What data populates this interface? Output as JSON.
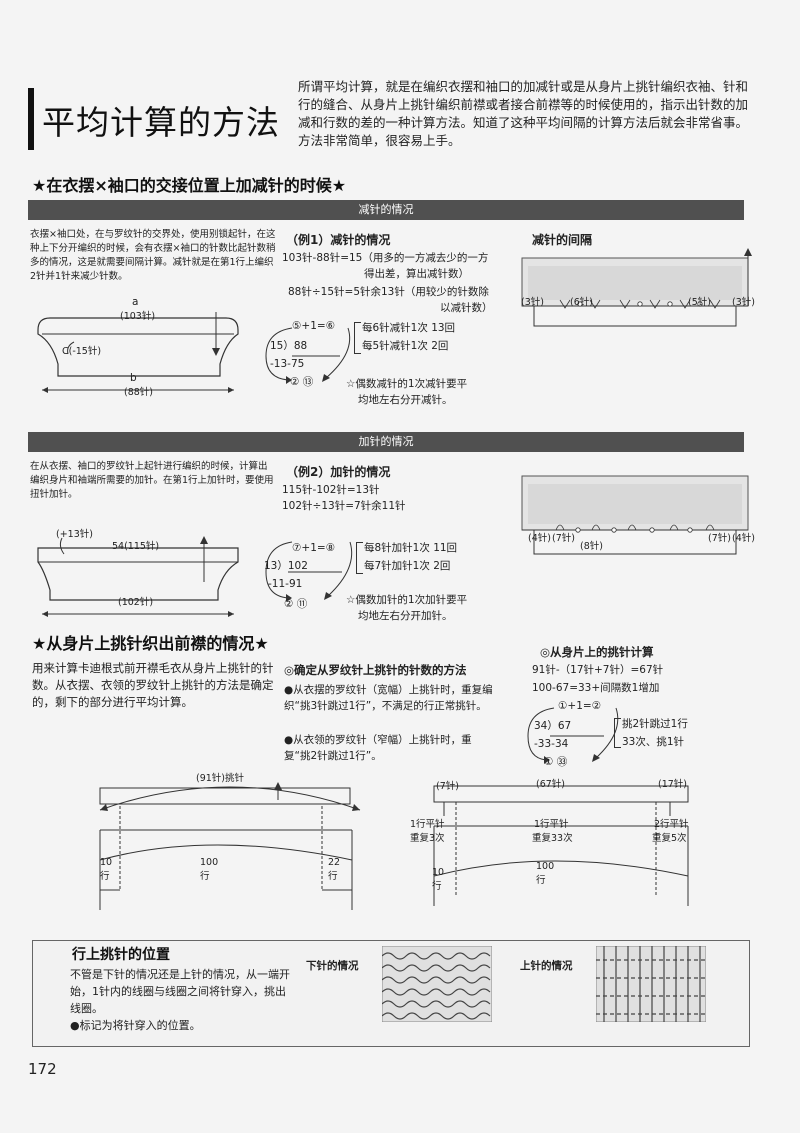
{
  "title": "平均计算的方法",
  "intro": "所谓平均计算，就是在编织衣摆和袖口的加减针或是从身片上挑针编织衣袖、针和行的缝合、从身片上挑针编织前襟或者接合前襟等的时候使用的，指示出针数的加减和行数的差的一种计算方法。知道了这种平均间隔的计算方法后就会非常省事。方法非常简单，很容易上手。",
  "section1": {
    "heading": "★在衣摆×袖口的交接位置上加减针的时候★",
    "decrease": {
      "bar": "减针的情况",
      "desc": "衣摆×袖口处，在与罗纹针的交界处，使用别锁起针，在这种上下分开编织的时候，会有衣摆×袖口的针数比起针数稍多的情况，这是就需要间隔计算。减针就是在第1行上编织2针并1针来减少针数。",
      "lbl_a": "a",
      "lbl_103": "(103针)",
      "lbl_c": "C(-15针)",
      "lbl_b": "b",
      "lbl_88": "(88针)",
      "ex_title": "（例1）减针的情况",
      "ex_l1": "103针-88针=15（用多的一方减去少的一方",
      "ex_l1b": "得出差，算出减针数）",
      "ex_l2": "88针÷15针=5针余13针（用较少的针数除",
      "ex_l2b": "以减针数）",
      "calc_top": "⑤+1=⑥",
      "calc_div": "15）88",
      "calc_sub": "-13-75",
      "calc_res": "②  ⑬",
      "note1": "每6针减针1次  13回",
      "note2": "每5针减针1次  2回",
      "star_note": "☆偶数减针的1次减针要平",
      "star_note2": "均地左右分开减针。",
      "interval_title": "减针的间隔",
      "lbl_3l": "(3针)",
      "lbl_6l": "(6针)",
      "lbl_5r": "(5针)",
      "lbl_3r": "(3针)"
    },
    "increase": {
      "bar": "加针的情况",
      "desc": "在从衣摆、袖口的罗纹针上起针进行编织的时候，计算出编织身片和袖端所需要的加针。在第1行上加针时，要使用扭针加针。",
      "lbl_13": "(+13针)",
      "lbl_54": "54(115针)",
      "lbl_102": "(102针)",
      "ex_title": "（例2）加针的情况",
      "ex_l1": "115针-102针=13针",
      "ex_l2": "102针÷13针=7针余11针",
      "calc_top": "⑦+1=⑧",
      "calc_div": "13）102",
      "calc_sub": "-11-91",
      "calc_res": "②  ⑪",
      "note1": "每8针加针1次  11回",
      "note2": "每7针加针1次  2回",
      "star_note": "☆偶数加针的1次加针要平",
      "star_note2": "均地左右分开加针。",
      "lbl_4l": "(4针)",
      "lbl_7l": "(7针)",
      "lbl_8": "(8针)",
      "lbl_7r": "(7针)",
      "lbl_4r": "(4针)"
    }
  },
  "section2": {
    "heading": "★从身片上挑针织出前襟的情况★",
    "desc": "用来计算卡迪根式前开襟毛衣从身片上挑针的针数。从衣摆、衣领的罗纹针上挑针的方法是确定的，剩下的部分进行平均计算。",
    "method_title": "◎确定从罗纹针上挑针的针数的方法",
    "m1": "●从衣摆的罗纹针（宽幅）上挑针时，重复编织“挑3针跳过1行”，不满足的行正常挑针。",
    "m2": "●从衣领的罗纹针（窄幅）上挑针时，重复“挑2针跳过1行”。",
    "calc_title": "◎从身片上的挑针计算",
    "c1": "91针-（17针+7针）=67针",
    "c2": "100-67=33+间隔数1增加",
    "calc_top": "①+1=②",
    "calc_div": "34）67",
    "calc_sub": "-33-34",
    "calc_res": "①  ㉝",
    "note1": "挑2针跳过1行",
    "note2": "33次、挑1针",
    "lbl_91": "(91针)挑针",
    "lbl_10": "10行",
    "lbl_100": "100行",
    "lbl_22": "22行",
    "lbl_7": "(7针)",
    "lbl_67": "(67针)",
    "lbl_17": "(17针)",
    "r1a": "1行平针",
    "r1b": "重复3次",
    "r2a": "1行平针",
    "r2b": "重复33次",
    "r3a": "2行平针",
    "r3b": "重复5次",
    "lbl_10b": "10行",
    "lbl_100b": "100行"
  },
  "bottom": {
    "title": "行上挑针的位置",
    "desc": "不管是下针的情况还是上针的情况，从一端开始，1针内的线圈与线圈之间将针穿入，挑出线圈。",
    "mark": "●标记为将针穿入的位置。",
    "knit": "下针的情况",
    "purl": "上针的情况"
  },
  "page_number": "172"
}
